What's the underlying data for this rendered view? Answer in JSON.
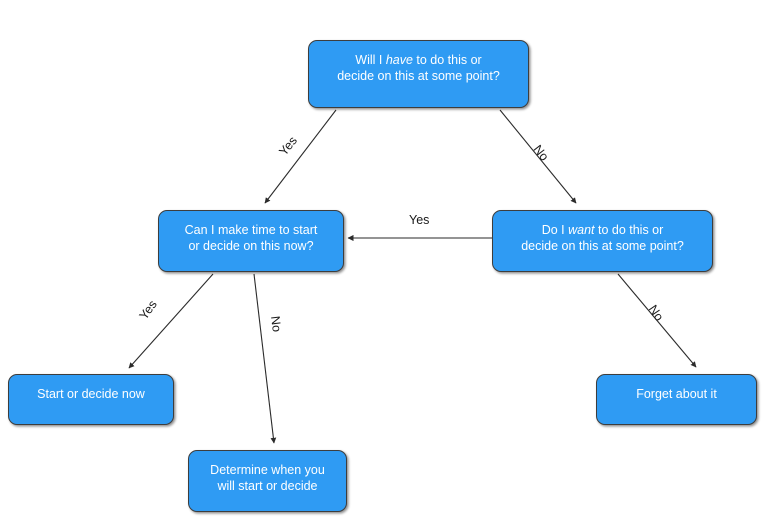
{
  "diagram": {
    "type": "flowchart",
    "title": "Decision flowchart for whether to start or decide on something",
    "background_color": "#FFFFFF",
    "node_fill_color": "#2F9BF3",
    "node_text_color": "#FFFFFF",
    "node_border_color": "#3D3D3D",
    "edge_color": "#3D3D3D",
    "edge_label_color": "#1A1A1A",
    "nodes": [
      {
        "id": "must",
        "role": "decision",
        "lines": [
          "Will I have to do this or",
          "decide on this at some point?"
        ],
        "emphasis_word": "have"
      },
      {
        "id": "time",
        "role": "decision",
        "lines": [
          "Can I make time to start",
          "or decide on this now?"
        ],
        "emphasis_word": ""
      },
      {
        "id": "want",
        "role": "decision",
        "lines": [
          "Do I want to do this or",
          "decide on this at some point?"
        ],
        "emphasis_word": "want"
      },
      {
        "id": "start",
        "role": "outcome",
        "lines": [
          "Start or decide now"
        ],
        "emphasis_word": ""
      },
      {
        "id": "forget",
        "role": "outcome",
        "lines": [
          "Forget about it"
        ],
        "emphasis_word": ""
      },
      {
        "id": "determine",
        "role": "outcome",
        "lines": [
          "Determine when you",
          "will start or decide"
        ],
        "emphasis_word": ""
      }
    ],
    "edges": [
      {
        "id": "must-yes",
        "from": "must",
        "to": "time",
        "label": "Yes"
      },
      {
        "id": "must-no",
        "from": "must",
        "to": "want",
        "label": "No"
      },
      {
        "id": "want-yes",
        "from": "want",
        "to": "time",
        "label": "Yes"
      },
      {
        "id": "want-no",
        "from": "want",
        "to": "forget",
        "label": "No"
      },
      {
        "id": "time-yes",
        "from": "time",
        "to": "start",
        "label": "Yes"
      },
      {
        "id": "time-no",
        "from": "time",
        "to": "determine",
        "label": "No"
      }
    ]
  },
  "node_text": {
    "must": {
      "line1_pre": "Will I ",
      "line1_em": "have",
      "line1_post": " to do this or",
      "line2": "decide on this at some point?"
    },
    "time": {
      "line1": "Can I make time to start",
      "line2": "or decide on this now?"
    },
    "want": {
      "line1_pre": "Do I ",
      "line1_em": "want",
      "line1_post": " to do this or",
      "line2": "decide on this at some point?"
    },
    "start": {
      "line1": "Start or decide now"
    },
    "forget": {
      "line1": "Forget about it"
    },
    "determine": {
      "line1": "Determine when you",
      "line2": "will start or decide"
    }
  },
  "edge_labels": {
    "must_yes": "Yes",
    "must_no": "No",
    "want_yes": "Yes",
    "want_no": "No",
    "time_yes": "Yes",
    "time_no": "No"
  }
}
